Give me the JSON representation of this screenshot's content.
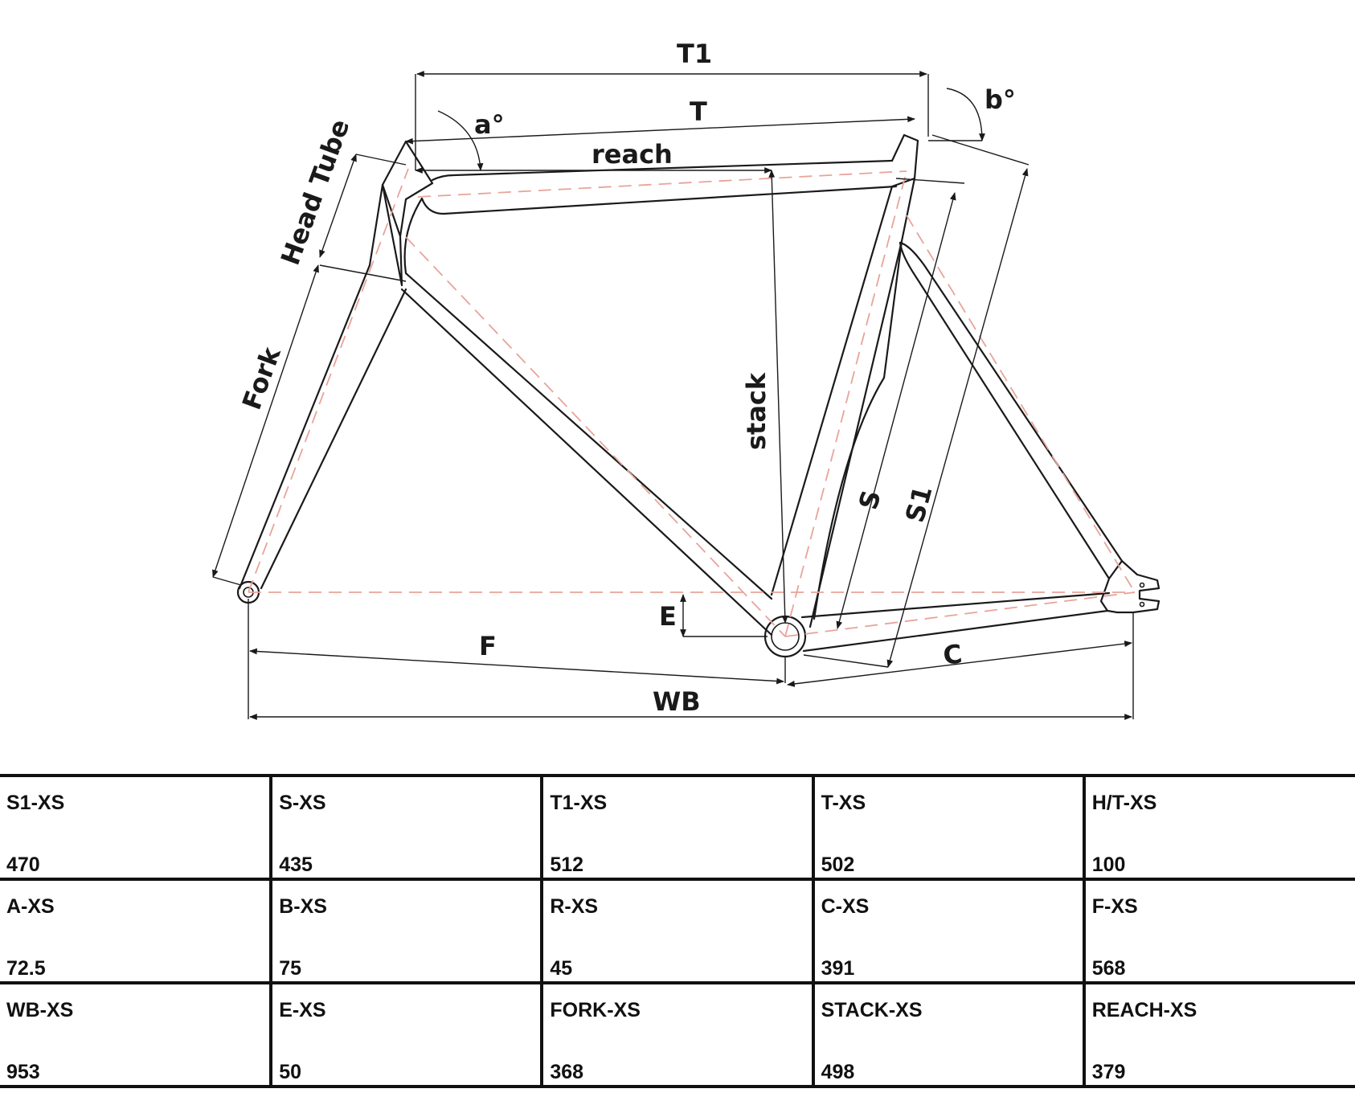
{
  "diagram": {
    "labels": {
      "t1": "T1",
      "t": "T",
      "a": "a°",
      "b": "b°",
      "reach": "reach",
      "head_tube": "Head Tube",
      "fork": "Fork",
      "stack": "stack",
      "s": "S",
      "s1": "S1",
      "e": "E",
      "f": "F",
      "c": "C",
      "wb": "WB"
    },
    "colors": {
      "lines": "#1a1a1a",
      "centerlines": "#e8a49a"
    }
  },
  "table": {
    "rows": [
      [
        {
          "label": "S1-XS",
          "value": "470"
        },
        {
          "label": "S-XS",
          "value": "435"
        },
        {
          "label": "T1-XS",
          "value": "512"
        },
        {
          "label": "T-XS",
          "value": "502"
        },
        {
          "label": "H/T-XS",
          "value": "100"
        }
      ],
      [
        {
          "label": "A-XS",
          "value": "72.5"
        },
        {
          "label": "B-XS",
          "value": "75"
        },
        {
          "label": "R-XS",
          "value": "45"
        },
        {
          "label": "C-XS",
          "value": "391"
        },
        {
          "label": "F-XS",
          "value": "568"
        }
      ],
      [
        {
          "label": "WB-XS",
          "value": "953"
        },
        {
          "label": "E-XS",
          "value": "50"
        },
        {
          "label": "FORK-XS",
          "value": "368"
        },
        {
          "label": "STACK-XS",
          "value": "498"
        },
        {
          "label": "REACH-XS",
          "value": "379"
        }
      ]
    ]
  }
}
